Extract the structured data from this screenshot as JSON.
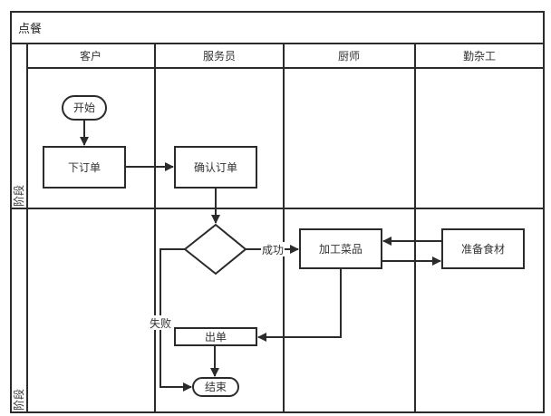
{
  "diagram": {
    "title": "点餐",
    "lanes": [
      "客户",
      "服务员",
      "厨师",
      "勤杂工"
    ],
    "phases": [
      "阶段",
      "阶段"
    ],
    "nodes": {
      "start": "开始",
      "place_order": "下订单",
      "confirm_order": "确认订单",
      "decision": "",
      "cook": "加工菜品",
      "prepare": "准备食材",
      "serve": "出单",
      "end": "结束"
    },
    "edge_labels": {
      "success": "成功",
      "failure": "失败"
    },
    "colors": {
      "stroke": "#2b2b2b",
      "background": "#ffffff",
      "text": "#333333"
    }
  }
}
